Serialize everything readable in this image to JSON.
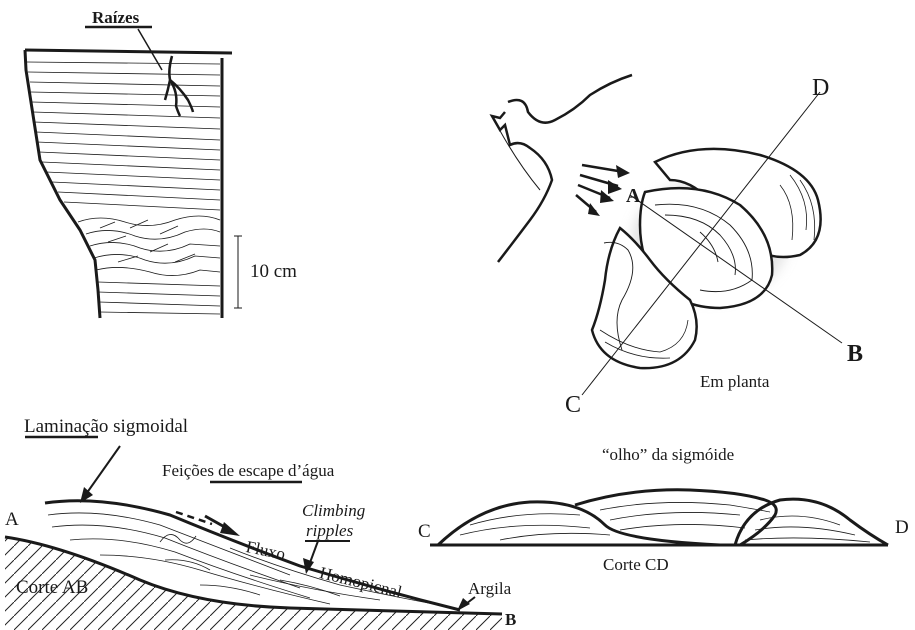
{
  "profile": {
    "roots_label": "Raízes",
    "scale_label": "10 cm"
  },
  "plan_view": {
    "caption": "Em planta",
    "point_a": "A",
    "point_b": "B",
    "point_c": "C",
    "point_d": "D"
  },
  "section_ab": {
    "sigmoid_label": "Laminação sigmoidal",
    "escape_label": "Feições de escape d’água",
    "climbing_label": "Climbing",
    "ripples_label": "ripples",
    "flow_label": "Fluxo",
    "homopicnal_label": "Homopicnal",
    "clay_label": "Argila",
    "caption": "Corte AB",
    "point_a": "A",
    "point_b": "B"
  },
  "section_cd": {
    "eye_label": "“olho” da sigmóide",
    "caption": "Corte CD",
    "point_c": "C",
    "point_d": "D"
  }
}
